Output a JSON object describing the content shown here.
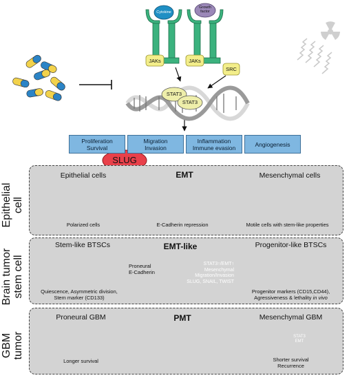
{
  "colors": {
    "panel": "#d3d3d3",
    "accent_blue": "#62c2e8",
    "accent_red": "#e8242b",
    "receptor_green": "#3bb27e",
    "jak_yellow": "#f3ee8a",
    "box_blue": "#7fb7e1"
  },
  "signaling": {
    "receptor1_ligand": "Cytokine",
    "receptor2_ligand": "Growth factor",
    "jak1": "JAKs",
    "jak2": "JAKs",
    "src": "SRC",
    "stat3_a": "STAT3",
    "stat3_b": "STAT3",
    "outcomes": [
      {
        "line1": "Proliferation",
        "line2": "Survival"
      },
      {
        "line1": "Migration",
        "line2": "Invasion"
      },
      {
        "line1": "Inflammation",
        "line2": "Immune evasion"
      },
      {
        "line1": "Angiogenesis",
        "line2": ""
      }
    ],
    "slug": "SLUG"
  },
  "icons": [
    "pill-capsule-icon",
    "radiation-trefoil-icon",
    "radiation-wave-icon"
  ],
  "panels": {
    "epithelial": {
      "side_label_1": "Epithelial",
      "side_label_2": "cell",
      "left_title": "Epithelial cells",
      "center_title": "EMT",
      "right_title": "Mesenchymal cells",
      "left_caption": "Polarized cells",
      "center_caption": "E-Cadherin repression",
      "right_caption": "Motile cells with stem-like properties"
    },
    "btsc": {
      "side_label_1": "Brain tumor",
      "side_label_2": "stem cell",
      "left_title": "Stem-like BTSCs",
      "center_title": "EMT-like",
      "right_title": "Progenitor-like BTSCs",
      "blue_line1": "Proneural",
      "blue_line2": "E-Cadherin",
      "red_line1": "STAT3↑/EMT↑",
      "red_line2": "Mesenchymal",
      "red_line3": "Migration/Invasion",
      "red_line4": "SLUG, SNAIL, TWIST",
      "left_caption1": "Quiescence, Asymmetric division,",
      "left_caption2": "Stem marker (CD133)",
      "right_caption1": "Progenitor markers (CD15,CD44),",
      "right_caption2a": "Agressiveness & lethality ",
      "right_caption2b": "in vivo"
    },
    "gbm": {
      "side_label_1": "GBM",
      "side_label_2": "tumor",
      "left_title": "Proneural GBM",
      "center_title": "PMT",
      "right_title": "Mesenchymal GBM",
      "left_caption": "Longer survival",
      "right_caption1": "Shorter survival",
      "right_caption2": "Recurrence",
      "brain_label1": "STAT3",
      "brain_label2": "EMT"
    }
  }
}
